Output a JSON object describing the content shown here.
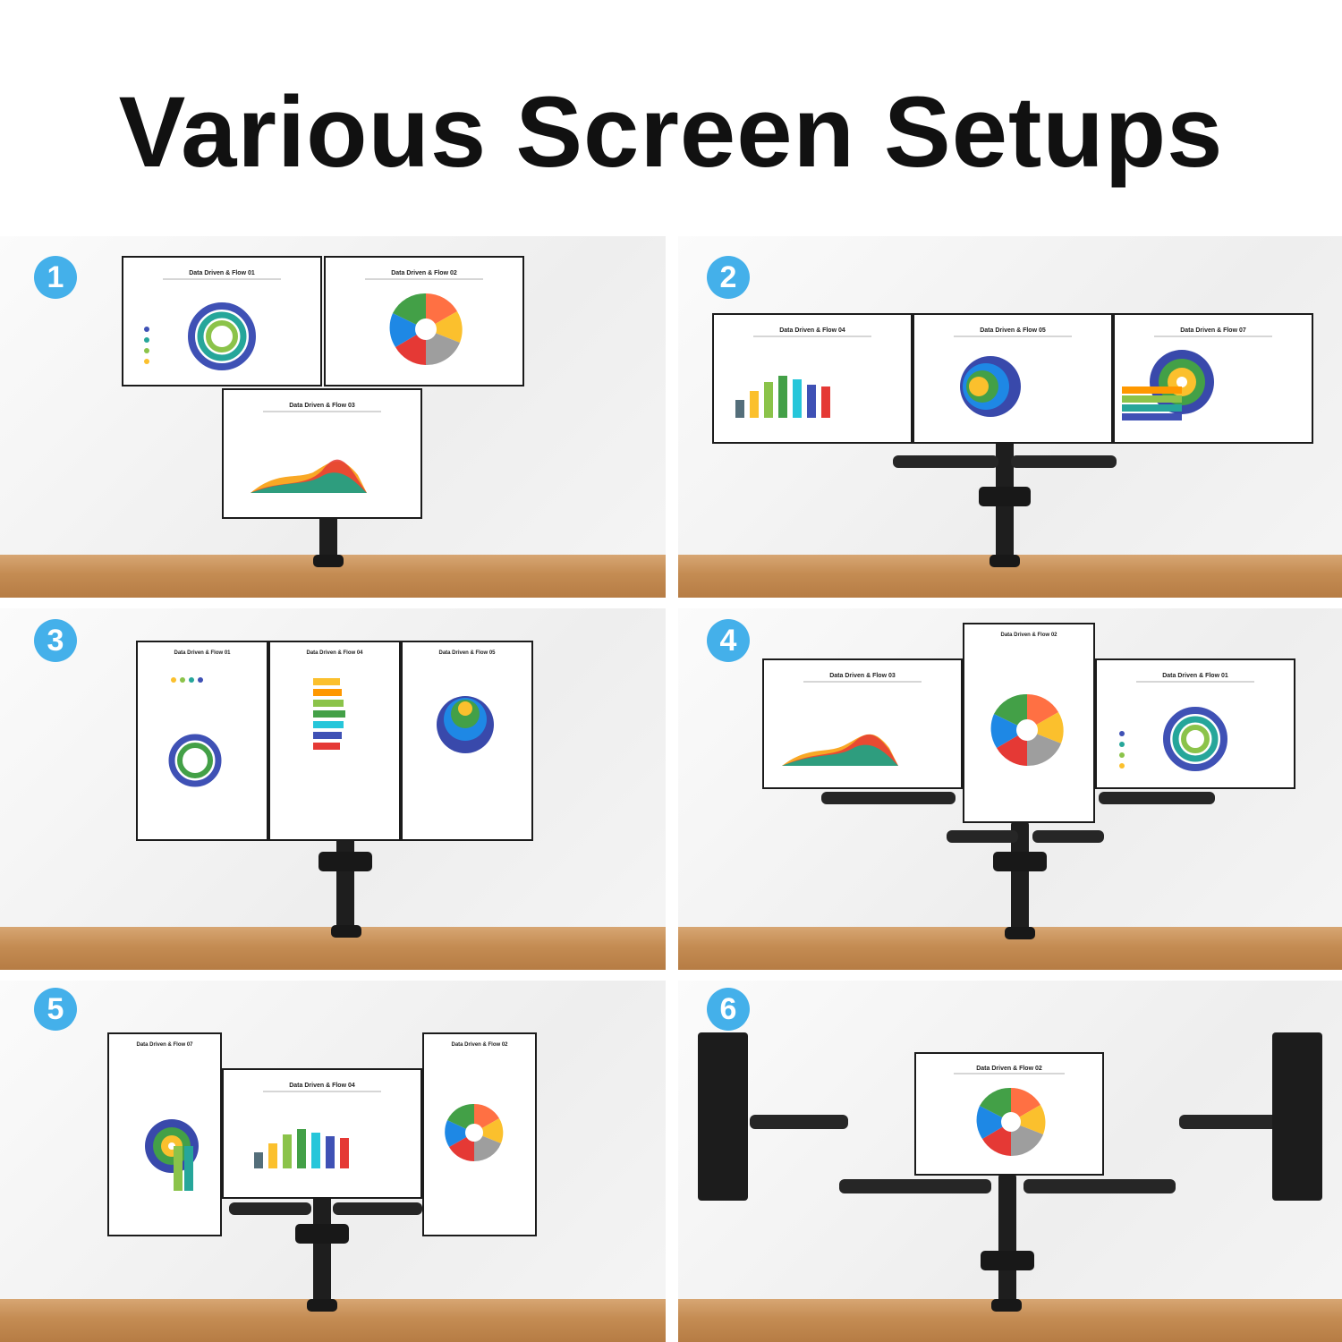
{
  "heading": "Various Screen Setups",
  "accent_color": "#44b0ea",
  "setups": [
    {
      "number": "1",
      "screens": [
        "Data Driven & Flow 01",
        "Data Driven & Flow 02",
        "Data Driven & Flow 03"
      ]
    },
    {
      "number": "2",
      "screens": [
        "Data Driven & Flow 04",
        "Data Driven & Flow 05",
        "Data Driven & Flow 07"
      ]
    },
    {
      "number": "3",
      "screens": [
        "Data Driven & Flow 01",
        "Data Driven & Flow 04",
        "Data Driven & Flow 05"
      ]
    },
    {
      "number": "4",
      "screens": [
        "Data Driven & Flow 03",
        "Data Driven & Flow 02",
        "Data Driven & Flow 01"
      ]
    },
    {
      "number": "5",
      "screens": [
        "Data Driven & Flow 07",
        "Data Driven & Flow 04",
        "Data Driven & Flow 02"
      ]
    },
    {
      "number": "6",
      "screens": [
        "Data Driven & Flow 02"
      ]
    }
  ]
}
